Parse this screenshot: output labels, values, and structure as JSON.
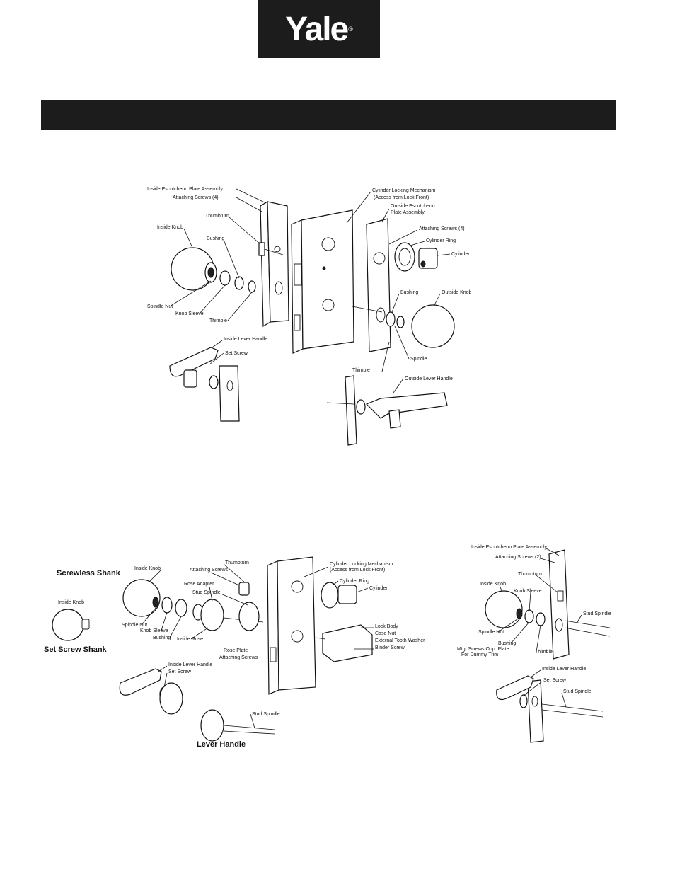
{
  "brand": {
    "name": "Yale",
    "mark": "®"
  },
  "title_bar": {
    "text": ""
  },
  "diagram1": {
    "labels": {
      "inside_escutcheon": "Inside Escutcheon Plate Assembly",
      "attaching_screws_4a": "Attaching Screws (4)",
      "thumbturn": "Thumbturn",
      "inside_knob": "Inside Knob",
      "bushing": "Bushing",
      "spindle_nut": "Spindle Nut",
      "knob_sleeve": "Knob Sleeve",
      "thimble": "Thimble",
      "inside_lever": "Inside Lever Handle",
      "set_screw": "Set Screw",
      "cyl_locking": "Cylinder Locking Mechanism",
      "access_front": "(Access from Lock Front)",
      "outside_escutcheon": "Outside Escutcheon",
      "plate_assembly": "Plate Assembly",
      "attaching_screws_4b": "Attaching Screws (4)",
      "cylinder_ring": "Cylinder Ring",
      "cylinder": "Cylinder",
      "bushing_out": "Bushing",
      "outside_knob": "Outside Knob",
      "spindle": "Spindle",
      "thimble_out": "Thimble",
      "outside_lever": "Outside Lever Handle"
    }
  },
  "diagram2": {
    "labels": {
      "screwless_shank": "Screwless Shank",
      "inside_knob_small": "Inside Knob",
      "set_screw_shank": "Set Screw Shank",
      "inside_knob": "Inside Knob",
      "attaching_screws": "Attaching Screws",
      "thumbturn": "Thumbturn",
      "rose_adapter": "Rose Adapter",
      "stud_spindle": "Stud Spindle",
      "spindle_nut": "Spindle Nut",
      "knob_sleeve": "Knob Sleeve",
      "bushing": "Bushing",
      "inside_rose": "Inside Rose",
      "rose_plate": "Rose Plate",
      "attaching_screws_2": "Attaching Screws",
      "cyl_locking": "Cylinder Locking Mechanism",
      "access_front": "(Access from Lock Front)",
      "cylinder_ring": "Cylinder Ring",
      "cylinder": "Cylinder",
      "lock_body": "Lock Body",
      "case_nut": "Case Nut",
      "ext_tooth_washer": "External Tooth Washer",
      "binder_screw": "Binder Screw",
      "inside_lever": "Inside Lever Handle",
      "set_screw": "Set Screw",
      "stud_spindle_2": "Stud Spindle",
      "lever_handle": "Lever Handle"
    }
  },
  "diagram3": {
    "labels": {
      "inside_escutcheon": "Inside Escutcheon Plate Assembly",
      "attaching_screws": "Attaching Screws (2)",
      "thumbturn": "Thumbturn",
      "inside_knob": "Inside Knob",
      "knob_sleeve": "Knob Sleeve",
      "spindle_nut": "Spindle Nut",
      "bushing": "Bushing",
      "thimble": "Thimble",
      "stud_spindle": "Stud Spindle",
      "dummy_note_1": "Mtg. Screws Opp. Plate",
      "dummy_note_2": "For Dummy Trim",
      "inside_lever": "Inside Lever Handle",
      "set_screw": "Set Screw",
      "stud_spindle_2": "Stud Spindle"
    }
  }
}
